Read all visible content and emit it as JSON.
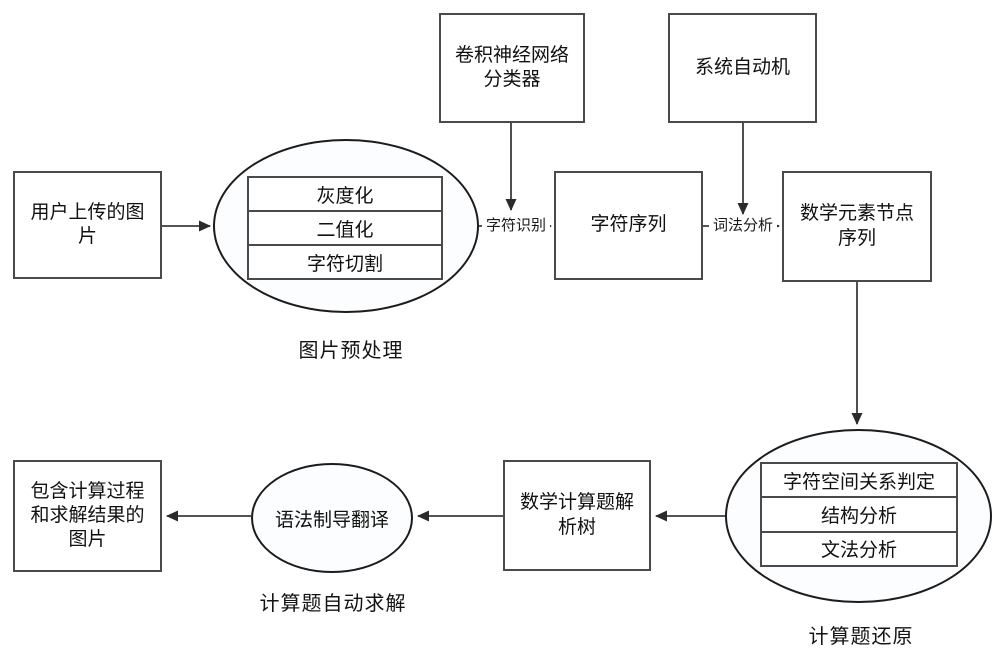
{
  "diagram": {
    "nodes": {
      "user_image": {
        "label": "用户上传的图片"
      },
      "cnn": {
        "label": "卷积神经网络分类器"
      },
      "automaton": {
        "label": "系统自动机"
      },
      "char_seq": {
        "label": "字符序列"
      },
      "math_nodes": {
        "label": "数学元素节点序列"
      },
      "parse_tree": {
        "label": "数学计算题解析树"
      },
      "translate": {
        "label": "语法制导翻译"
      },
      "result_image": {
        "label": "包含计算过程和求解结果的图片"
      }
    },
    "groups": {
      "preprocess": {
        "steps": [
          "灰度化",
          "二值化",
          "字符切割"
        ],
        "caption": "图片预处理"
      },
      "restore": {
        "steps": [
          "字符空间关系判定",
          "结构分析",
          "文法分析"
        ],
        "caption": "计算题还原"
      },
      "solve": {
        "caption": "计算题自动求解"
      }
    },
    "edge_labels": {
      "char_recognition": "字符识别",
      "lexical_analysis": "词法分析"
    },
    "colors": {
      "background": "#ffffff",
      "box_border": "#4a4a4a",
      "ellipse_stroke": "#1c1c1c",
      "arrow": "#3d3d3d",
      "text": "#111111"
    }
  }
}
